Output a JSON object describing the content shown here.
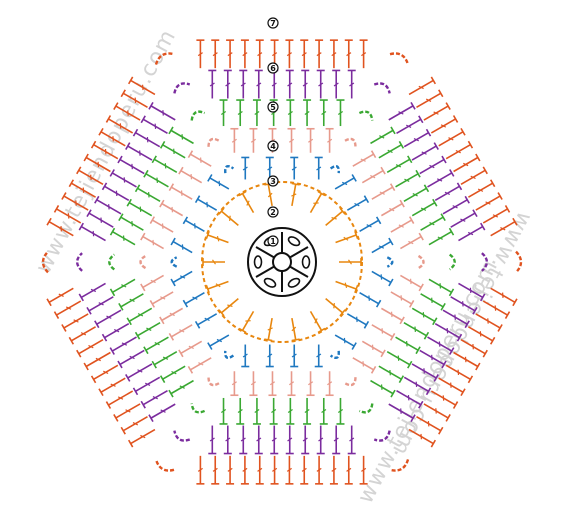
{
  "watermark": "www.tejiendoperu.com",
  "colors": {
    "round1": "#111111",
    "round2": "#e8870f",
    "round3": "#1f78c0",
    "round4": "#e79a8c",
    "round5": "#3aa832",
    "round6": "#7b2c9e",
    "round7": "#e0531f",
    "background": "#ffffff",
    "watermark": "#d4d4d4"
  },
  "round_markers": [
    "1",
    "2",
    "3",
    "4",
    "5",
    "6",
    "7"
  ],
  "legend_icons": {
    "double_crochet": "tall-t-stitch-icon",
    "chain": "oval-chain-icon",
    "slip_stitch": "dot-icon",
    "start": "magic-ring-icon"
  }
}
